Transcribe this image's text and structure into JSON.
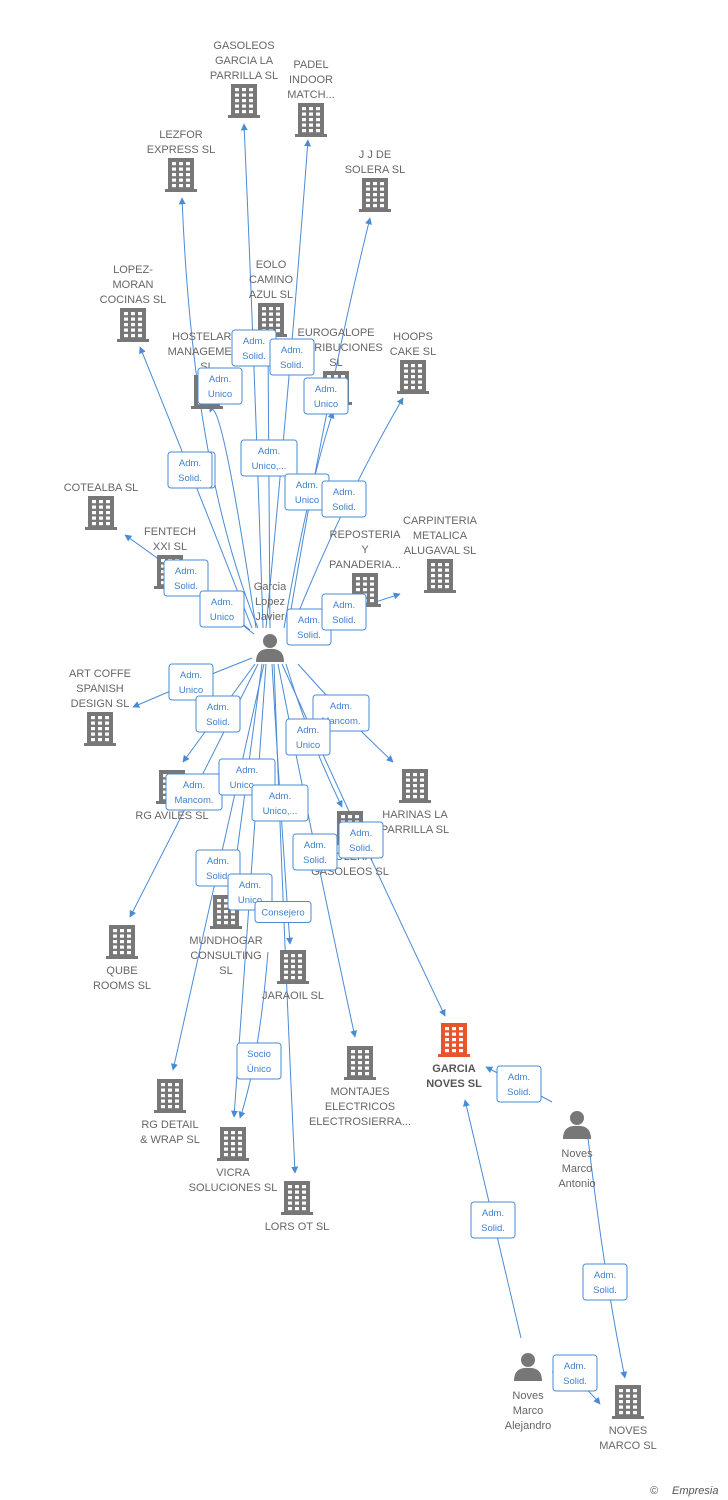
{
  "colors": {
    "edge": "#4a8bd6",
    "building": "#777777",
    "building_focus": "#e8552b",
    "person": "#777777",
    "badge_border": "#4a8bd6",
    "badge_text": "#3f7fd0",
    "label": "#666666"
  },
  "nodes": [
    {
      "id": "gasoleos_parrilla",
      "type": "company",
      "label": [
        "GASOLEOS",
        "GARCIA LA",
        "PARRILLA  SL"
      ]
    },
    {
      "id": "padel",
      "type": "company",
      "label": [
        "PADEL",
        "INDOOR",
        "MATCH..."
      ]
    },
    {
      "id": "lezfor",
      "type": "company",
      "label": [
        "LEZFOR",
        "EXPRESS  SL"
      ]
    },
    {
      "id": "jj_solera",
      "type": "company",
      "label": [
        "J J DE",
        "SOLERA SL"
      ]
    },
    {
      "id": "eolo",
      "type": "company",
      "label": [
        "EOLO",
        "CAMINO",
        "AZUL  SL"
      ]
    },
    {
      "id": "lopez_moran",
      "type": "company",
      "label": [
        "LOPEZ-",
        "MORAN",
        "COCINAS SL"
      ]
    },
    {
      "id": "hostelaria",
      "type": "company",
      "label": [
        "HOSTELARIA",
        "MANAGEMENT",
        "SL"
      ]
    },
    {
      "id": "eurogalope",
      "type": "company",
      "label": [
        "EUROGALOPE",
        "DISTRIBUCIONES",
        "SL"
      ]
    },
    {
      "id": "hoops",
      "type": "company",
      "label": [
        "HOOPS",
        "CAKE  SL"
      ]
    },
    {
      "id": "cotealba",
      "type": "company",
      "label": [
        "COTEALBA SL"
      ]
    },
    {
      "id": "fentech",
      "type": "company",
      "label": [
        "FENTECH",
        "XXI  SL"
      ]
    },
    {
      "id": "reposteria",
      "type": "company",
      "label": [
        "REPOSTERIA",
        "Y",
        "PANADERIA..."
      ]
    },
    {
      "id": "carpinteria",
      "type": "company",
      "label": [
        "CARPINTERIA",
        "METALICA",
        "ALUGAVAL SL"
      ]
    },
    {
      "id": "garcia_lopez",
      "type": "person",
      "label": [
        "Garcia",
        "Lopez",
        "Javier"
      ]
    },
    {
      "id": "art_coffe",
      "type": "company",
      "label": [
        "ART COFFE",
        "SPANISH",
        "DESIGN  SL"
      ]
    },
    {
      "id": "rg_aviles",
      "type": "company",
      "label": [
        "RG AVILES  SL"
      ]
    },
    {
      "id": "harinas",
      "type": "company",
      "label": [
        "HARINAS LA",
        "PARRILLA SL"
      ]
    },
    {
      "id": "solera_gasoleos",
      "type": "company",
      "label": [
        "SOLERA",
        "GASOLEOS SL"
      ]
    },
    {
      "id": "mundhogar",
      "type": "company",
      "label": [
        "MUNDHOGAR",
        "CONSULTING",
        "SL"
      ]
    },
    {
      "id": "qube",
      "type": "company",
      "label": [
        "QUBE",
        "ROOMS  SL"
      ]
    },
    {
      "id": "jaraoil",
      "type": "company",
      "label": [
        "JARAOIL  SL"
      ]
    },
    {
      "id": "garcia_noves",
      "type": "company",
      "focus": true,
      "label": [
        "GARCIA",
        "NOVES  SL"
      ]
    },
    {
      "id": "montajes",
      "type": "company",
      "label": [
        "MONTAJES",
        "ELECTRICOS",
        "ELECTROSIERRA..."
      ]
    },
    {
      "id": "noves_antonio",
      "type": "person",
      "label": [
        "Noves",
        "Marco",
        "Antonio"
      ]
    },
    {
      "id": "rg_detail",
      "type": "company",
      "label": [
        "RG DETAIL",
        "& WRAP  SL"
      ]
    },
    {
      "id": "vicra",
      "type": "company",
      "label": [
        "VICRA",
        "SOLUCIONES SL"
      ]
    },
    {
      "id": "lors_ot",
      "type": "company",
      "label": [
        "LORS OT  SL"
      ]
    },
    {
      "id": "noves_alejandro",
      "type": "person",
      "label": [
        "Noves",
        "Marco",
        "Alejandro"
      ]
    },
    {
      "id": "noves_marco_sl",
      "type": "company",
      "label": [
        "NOVES",
        "MARCO  SL"
      ]
    }
  ],
  "edges": [
    {
      "from": "garcia_lopez",
      "to": "gasoleos_parrilla",
      "label": [
        "Adm.",
        "Solid."
      ]
    },
    {
      "from": "garcia_lopez",
      "to": "padel",
      "label": [
        "Adm.",
        "Solid."
      ]
    },
    {
      "from": "garcia_lopez",
      "to": "lezfor",
      "label": [
        "Adm.",
        "Solid."
      ]
    },
    {
      "from": "garcia_lopez",
      "to": "jj_solera",
      "label": [
        "Adm.",
        "Unico"
      ]
    },
    {
      "from": "garcia_lopez",
      "to": "eolo",
      "label": [
        "Adm.",
        "Unico,..."
      ]
    },
    {
      "from": "garcia_lopez",
      "to": "lopez_moran",
      "label": [
        "Adm.",
        "Solid."
      ]
    },
    {
      "from": "garcia_lopez",
      "to": "hostelaria",
      "label": [
        "Adm.",
        "Unico"
      ]
    },
    {
      "from": "garcia_lopez",
      "to": "eurogalope",
      "label": [
        "Adm.",
        "Unico"
      ]
    },
    {
      "from": "garcia_lopez",
      "to": "hoops",
      "label": [
        "Adm.",
        "Solid."
      ]
    },
    {
      "from": "garcia_lopez",
      "to": "cotealba",
      "label": [
        "Adm.",
        "Solid."
      ]
    },
    {
      "from": "garcia_lopez",
      "to": "fentech",
      "label": [
        "Adm.",
        "Unico"
      ]
    },
    {
      "from": "garcia_lopez",
      "to": "reposteria",
      "label": [
        "Adm.",
        "Solid."
      ]
    },
    {
      "from": "garcia_lopez",
      "to": "carpinteria",
      "label": [
        "Adm.",
        "Solid."
      ]
    },
    {
      "from": "garcia_lopez",
      "to": "art_coffe",
      "label": [
        "Adm.",
        "Unico"
      ]
    },
    {
      "from": "garcia_lopez",
      "to": "rg_aviles",
      "label": [
        "Adm.",
        "Solid."
      ]
    },
    {
      "from": "garcia_lopez",
      "to": "harinas",
      "label": [
        "Adm.",
        "Mancom."
      ]
    },
    {
      "from": "garcia_lopez",
      "to": "solera_gasoleos",
      "label": [
        "Adm.",
        "Unico"
      ]
    },
    {
      "from": "garcia_lopez",
      "to": "qube",
      "label": [
        "Adm.",
        "Mancom."
      ]
    },
    {
      "from": "garcia_lopez",
      "to": "mundhogar",
      "label": [
        "Adm.",
        "Unico,..."
      ]
    },
    {
      "from": "garcia_lopez",
      "to": "jaraoil",
      "label": [
        "Adm.",
        "Unico,..."
      ]
    },
    {
      "from": "garcia_lopez",
      "to": "montajes",
      "label": [
        "Adm.",
        "Solid."
      ]
    },
    {
      "from": "garcia_lopez",
      "to": "garcia_noves",
      "label": [
        "Adm.",
        "Solid."
      ]
    },
    {
      "from": "garcia_lopez",
      "to": "rg_detail",
      "label": [
        "Adm.",
        "Solid."
      ]
    },
    {
      "from": "garcia_lopez",
      "to": "vicra",
      "label": [
        "Adm.",
        "Unico"
      ]
    },
    {
      "from": "garcia_lopez",
      "to": "lors_ot",
      "label": [
        "Consejero"
      ]
    },
    {
      "from": "mundhogar",
      "to": "vicra",
      "label": [
        "Socio",
        "Único"
      ]
    },
    {
      "from": "noves_antonio",
      "to": "garcia_noves",
      "label": [
        "Adm.",
        "Solid."
      ]
    },
    {
      "from": "noves_alejandro",
      "to": "garcia_noves",
      "label": [
        "Adm.",
        "Solid."
      ]
    },
    {
      "from": "noves_antonio",
      "to": "noves_marco_sl",
      "label": [
        "Adm.",
        "Solid."
      ]
    },
    {
      "from": "noves_alejandro",
      "to": "noves_marco_sl",
      "label": [
        "Adm.",
        "Solid."
      ]
    }
  ],
  "footer": {
    "copyright": "©",
    "brand": "Empresia"
  }
}
